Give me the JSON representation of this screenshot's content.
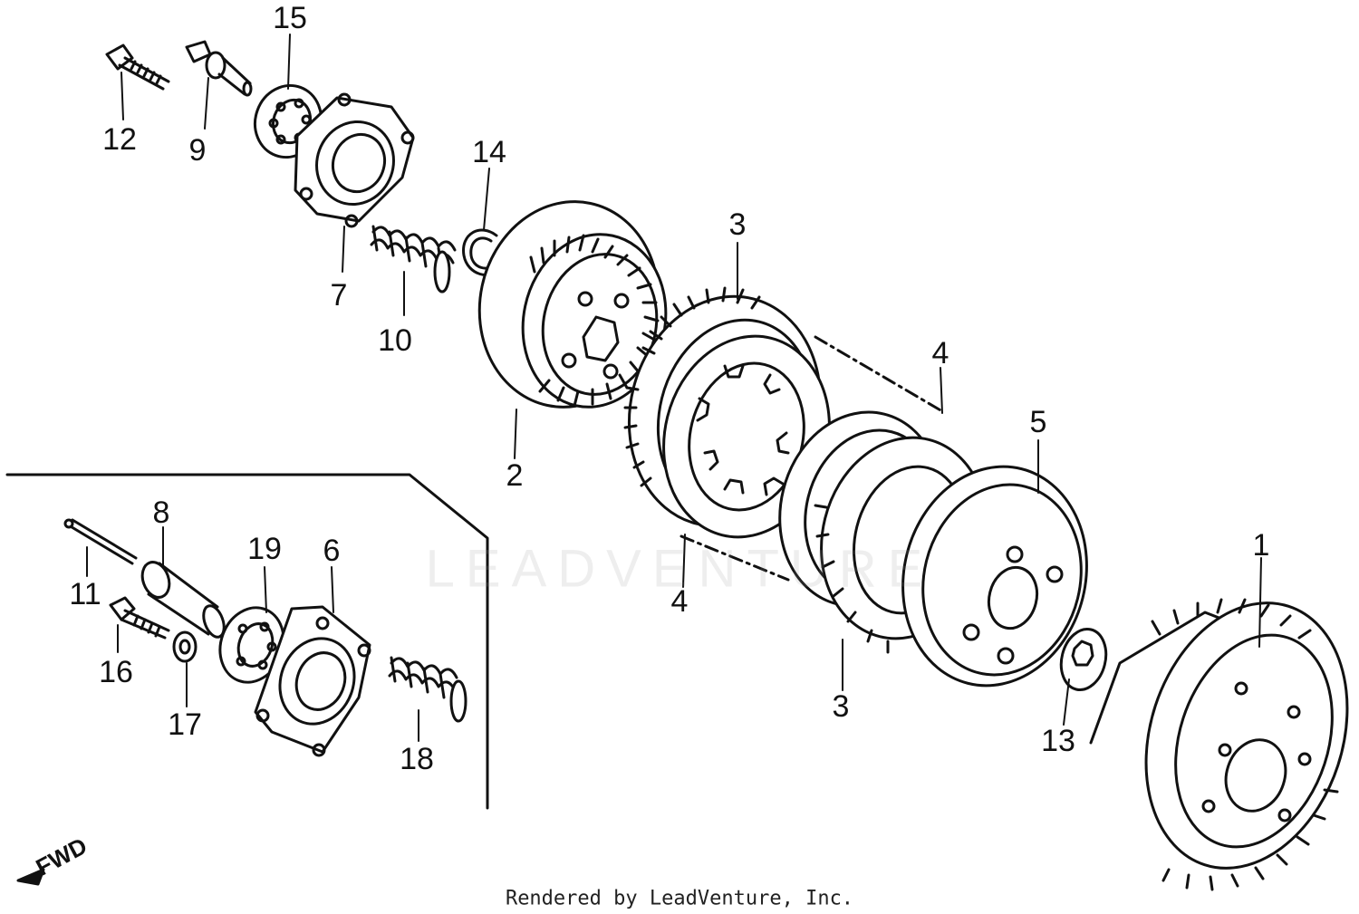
{
  "diagram": {
    "watermark": "LEADVENTURE",
    "credit": "Rendered by LeadVenture, Inc.",
    "fwd_label": "FWD",
    "callouts": {
      "c1": "1",
      "c2": "2",
      "c3a": "3",
      "c3b": "3",
      "c4a": "4",
      "c4b": "4",
      "c5": "5",
      "c6": "6",
      "c7": "7",
      "c8": "8",
      "c9": "9",
      "c10": "10",
      "c11": "11",
      "c12": "12",
      "c13": "13",
      "c14": "14",
      "c15": "15",
      "c16": "16",
      "c17": "17",
      "c18": "18",
      "c19": "19"
    }
  }
}
